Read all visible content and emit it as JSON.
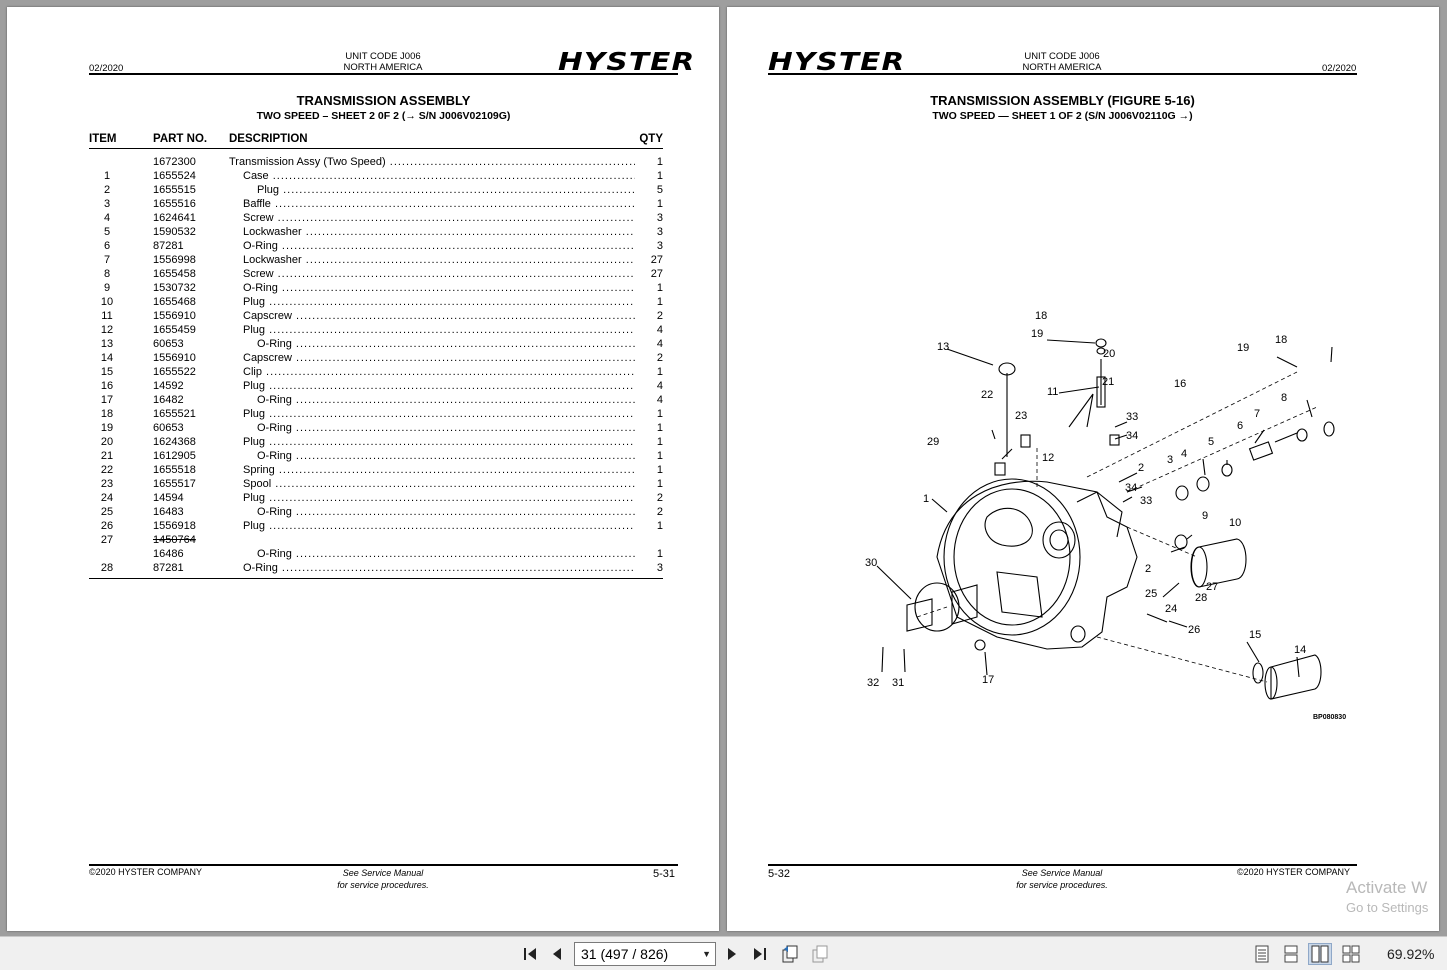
{
  "left_page": {
    "date": "02/2020",
    "unit_code": "UNIT CODE J006",
    "region": "NORTH AMERICA",
    "logo": "HYSTER",
    "title": "TRANSMISSION ASSEMBLY",
    "subtitle": "TWO SPEED – SHEET 2 0F 2  (→ S/N J006V02109G)",
    "columns": {
      "item": "ITEM",
      "part": "PART NO.",
      "desc": "DESCRIPTION",
      "qty": "QTY"
    },
    "rows": [
      {
        "item": "",
        "part": "1672300",
        "desc": "Transmission Assy (Two Speed)",
        "indent": 0,
        "qty": "1"
      },
      {
        "item": "1",
        "part": "1655524",
        "desc": "Case",
        "indent": 1,
        "qty": "1"
      },
      {
        "item": "2",
        "part": "1655515",
        "desc": "Plug",
        "indent": 2,
        "qty": "5"
      },
      {
        "item": "3",
        "part": "1655516",
        "desc": "Baffle",
        "indent": 1,
        "qty": "1"
      },
      {
        "item": "4",
        "part": "1624641",
        "desc": "Screw",
        "indent": 1,
        "qty": "3"
      },
      {
        "item": "5",
        "part": "1590532",
        "desc": "Lockwasher",
        "indent": 1,
        "qty": "3"
      },
      {
        "item": "6",
        "part": "87281",
        "desc": "O-Ring",
        "indent": 1,
        "qty": "3"
      },
      {
        "item": "7",
        "part": "1556998",
        "desc": "Lockwasher",
        "indent": 1,
        "qty": "27"
      },
      {
        "item": "8",
        "part": "1655458",
        "desc": "Screw",
        "indent": 1,
        "qty": "27"
      },
      {
        "item": "9",
        "part": "1530732",
        "desc": "O-Ring",
        "indent": 1,
        "qty": "1"
      },
      {
        "item": "10",
        "part": "1655468",
        "desc": "Plug",
        "indent": 1,
        "qty": "1"
      },
      {
        "item": "11",
        "part": "1556910",
        "desc": "Capscrew",
        "indent": 1,
        "qty": "2"
      },
      {
        "item": "12",
        "part": "1655459",
        "desc": "Plug",
        "indent": 1,
        "qty": "4"
      },
      {
        "item": "13",
        "part": "60653",
        "desc": "O-Ring",
        "indent": 2,
        "qty": "4"
      },
      {
        "item": "14",
        "part": "1556910",
        "desc": "Capscrew",
        "indent": 1,
        "qty": "2"
      },
      {
        "item": "15",
        "part": "1655522",
        "desc": "Clip",
        "indent": 1,
        "qty": "1"
      },
      {
        "item": "16",
        "part": "14592",
        "desc": "Plug",
        "indent": 1,
        "qty": "4"
      },
      {
        "item": "17",
        "part": "16482",
        "desc": "O-Ring",
        "indent": 2,
        "qty": "4"
      },
      {
        "item": "18",
        "part": "1655521",
        "desc": "Plug",
        "indent": 1,
        "qty": "1"
      },
      {
        "item": "19",
        "part": "60653",
        "desc": "O-Ring",
        "indent": 2,
        "qty": "1"
      },
      {
        "item": "20",
        "part": "1624368",
        "desc": "Plug",
        "indent": 1,
        "qty": "1"
      },
      {
        "item": "21",
        "part": "1612905",
        "desc": "O-Ring",
        "indent": 2,
        "qty": "1"
      },
      {
        "item": "22",
        "part": "1655518",
        "desc": "Spring",
        "indent": 1,
        "qty": "1"
      },
      {
        "item": "23",
        "part": "1655517",
        "desc": "Spool",
        "indent": 1,
        "qty": "1"
      },
      {
        "item": "24",
        "part": "14594",
        "desc": "Plug",
        "indent": 1,
        "qty": "2"
      },
      {
        "item": "25",
        "part": "16483",
        "desc": "O-Ring",
        "indent": 2,
        "qty": "2"
      },
      {
        "item": "26",
        "part": "1556918",
        "desc": "Plug",
        "indent": 1,
        "qty": "1"
      },
      {
        "item": "27",
        "part": "1450764",
        "desc": "",
        "indent": 0,
        "qty": "",
        "strike": true
      },
      {
        "item": "",
        "part": "16486",
        "desc": "O-Ring",
        "indent": 2,
        "qty": "1"
      },
      {
        "item": "28",
        "part": "87281",
        "desc": "O-Ring",
        "indent": 1,
        "qty": "3"
      }
    ],
    "footer_copyright": "©2020 HYSTER COMPANY",
    "footer_note_1": "See Service Manual",
    "footer_note_2": "for service procedures.",
    "page_number": "5-31"
  },
  "right_page": {
    "logo": "HYSTER",
    "unit_code": "UNIT CODE J006",
    "region": "NORTH AMERICA",
    "date": "02/2020",
    "title": "TRANSMISSION ASSEMBLY (FIGURE 5-16)",
    "subtitle": "TWO SPEED — SHEET 1 OF 2  (S/N J006V02110G →)",
    "figure_code": "BP080830",
    "callouts": [
      "1",
      "2",
      "2",
      "3",
      "4",
      "5",
      "6",
      "7",
      "8",
      "9",
      "10",
      "11",
      "12",
      "13",
      "14",
      "15",
      "16",
      "17",
      "18",
      "18",
      "19",
      "19",
      "20",
      "21",
      "22",
      "23",
      "24",
      "25",
      "26",
      "27",
      "28",
      "29",
      "30",
      "31",
      "32",
      "33",
      "33",
      "34",
      "34"
    ],
    "footer_page": "5-32",
    "footer_note_1": "See Service Manual",
    "footer_note_2": "for service procedures.",
    "footer_copyright": "©2020 HYSTER COMPANY"
  },
  "watermark": {
    "line1": "Activate W",
    "line2": "Go to Settings"
  },
  "toolbar": {
    "page_field": "31 (497 / 826)",
    "zoom": "69.92%",
    "icons": [
      "first-page-icon",
      "prev-page-icon",
      "next-page-icon",
      "last-page-icon",
      "previous-view-icon",
      "next-view-icon",
      "single-page-icon",
      "continuous-icon",
      "two-page-icon",
      "two-page-continuous-icon"
    ]
  }
}
